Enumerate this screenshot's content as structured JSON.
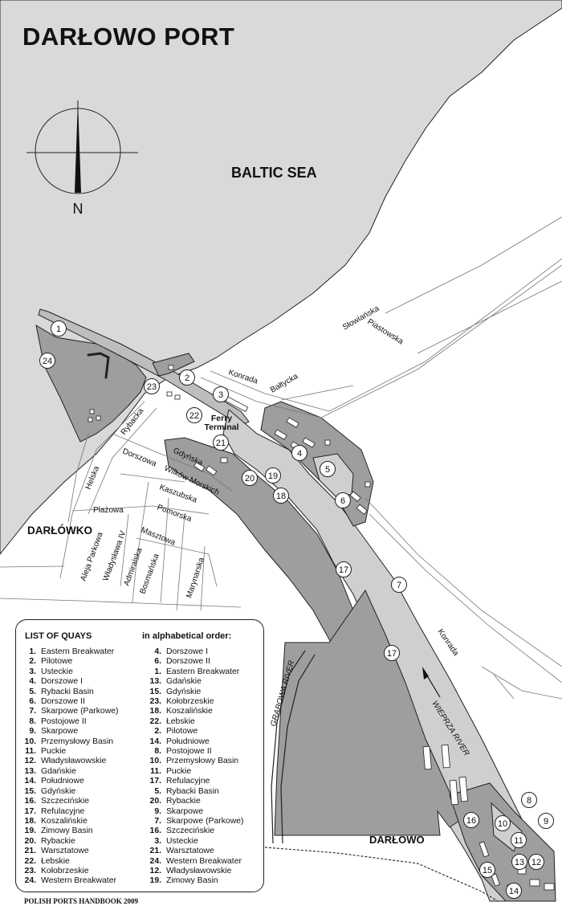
{
  "title": "DARŁOWO PORT",
  "compass_label": "N",
  "sea_label": "BALTIC SEA",
  "place_labels": {
    "darlowko": "DARŁÓWKO",
    "darlowo": "DARŁOWO",
    "ferry_terminal": "Ferry\nTerminal"
  },
  "rivers": {
    "grabowa": "GRABOWA RIVER",
    "wieprza": "WIEPRZA RIVER"
  },
  "streets": {
    "slowianska": "Słowiańska",
    "piastowska": "Piastowska",
    "konrada_north": "Konrada",
    "konrada_east": "Konrada",
    "baltycka": "Bałtycka",
    "rybacka": "Rybacka",
    "helska": "Helska",
    "dorszowa": "Dorszowa",
    "gdynska": "Gdyńska",
    "wilkow_morskich": "Wilków Morskich",
    "kaszubska": "Kaszubska",
    "pomorska": "Pomorska",
    "plazowa": "Plażowa",
    "masztowa": "Masztowa",
    "aleja_parkowa": "Aleja Parkowa",
    "wladyslawa_iv": "Władysława IV",
    "admiralska": "Admiralska",
    "bosmanska": "Bosmańska",
    "marynarska": "Marynarska"
  },
  "quay_markers": [
    "1",
    "24",
    "2",
    "23",
    "3",
    "22",
    "21",
    "4",
    "5",
    "20",
    "19",
    "18",
    "6",
    "17",
    "7",
    "17",
    "8",
    "9",
    "16",
    "10",
    "11",
    "13",
    "12",
    "15",
    "14"
  ],
  "legend": {
    "heading_left": "LIST OF QUAYS",
    "heading_right": "in alphabetical order:",
    "numeric": [
      {
        "n": "1.",
        "name": "Eastern Breakwater"
      },
      {
        "n": "2.",
        "name": "Pilotowe"
      },
      {
        "n": "3.",
        "name": "Usteckie"
      },
      {
        "n": "4.",
        "name": "Dorszowe I"
      },
      {
        "n": "5.",
        "name": "Rybacki Basin"
      },
      {
        "n": "6.",
        "name": "Dorszowe II"
      },
      {
        "n": "7.",
        "name": "Skarpowe (Parkowe)"
      },
      {
        "n": "8.",
        "name": "Postojowe II"
      },
      {
        "n": "9.",
        "name": "Skarpowe"
      },
      {
        "n": "10.",
        "name": "Przemysłowy Basin"
      },
      {
        "n": "11.",
        "name": "Puckie"
      },
      {
        "n": "12.",
        "name": "Władysławowskie"
      },
      {
        "n": "13.",
        "name": "Gdańskie"
      },
      {
        "n": "14.",
        "name": "Południowe"
      },
      {
        "n": "15.",
        "name": "Gdyńskie"
      },
      {
        "n": "16.",
        "name": "Szczecińskie"
      },
      {
        "n": "17.",
        "name": "Refulacyjne"
      },
      {
        "n": "18.",
        "name": "Koszalińskie"
      },
      {
        "n": "19.",
        "name": "Zimowy Basin"
      },
      {
        "n": "20.",
        "name": "Rybackie"
      },
      {
        "n": "21.",
        "name": "Warsztatowe"
      },
      {
        "n": "22.",
        "name": "Łebskie"
      },
      {
        "n": "23.",
        "name": "Kołobrzeskie"
      },
      {
        "n": "24.",
        "name": "Western Breakwater"
      }
    ],
    "alphabetical": [
      {
        "n": "4.",
        "name": "Dorszowe I"
      },
      {
        "n": "6.",
        "name": "Dorszowe II"
      },
      {
        "n": "1.",
        "name": "Eastern Breakwater"
      },
      {
        "n": "13.",
        "name": "Gdańskie"
      },
      {
        "n": "15.",
        "name": "Gdyńskie"
      },
      {
        "n": "23.",
        "name": "Kołobrzeskie"
      },
      {
        "n": "18.",
        "name": "Koszalińskie"
      },
      {
        "n": "22.",
        "name": "Łebskie"
      },
      {
        "n": "2.",
        "name": "Pilotowe"
      },
      {
        "n": "14.",
        "name": "Południowe"
      },
      {
        "n": "8.",
        "name": "Postojowe II"
      },
      {
        "n": "10.",
        "name": "Przemysłowy Basin"
      },
      {
        "n": "11.",
        "name": "Puckie"
      },
      {
        "n": "17.",
        "name": "Refulacyjne"
      },
      {
        "n": "5.",
        "name": "Rybacki Basin"
      },
      {
        "n": "20.",
        "name": "Rybackie"
      },
      {
        "n": "9.",
        "name": "Skarpowe"
      },
      {
        "n": "7.",
        "name": "Skarpowe (Parkowe)"
      },
      {
        "n": "16.",
        "name": "Szczecińskie"
      },
      {
        "n": "3.",
        "name": "Usteckie"
      },
      {
        "n": "21.",
        "name": "Warsztatowe"
      },
      {
        "n": "24.",
        "name": "Western Breakwater"
      },
      {
        "n": "12.",
        "name": "Władysławowskie"
      },
      {
        "n": "19.",
        "name": "Zimowy Basin"
      }
    ]
  },
  "credit": "POLISH PORTS HANDBOOK 2009",
  "colors": {
    "sea": "#d9d9d9",
    "water": "#9e9e9e",
    "channel": "#cfcfcf",
    "land": "#ffffff",
    "ink": "#111111"
  }
}
